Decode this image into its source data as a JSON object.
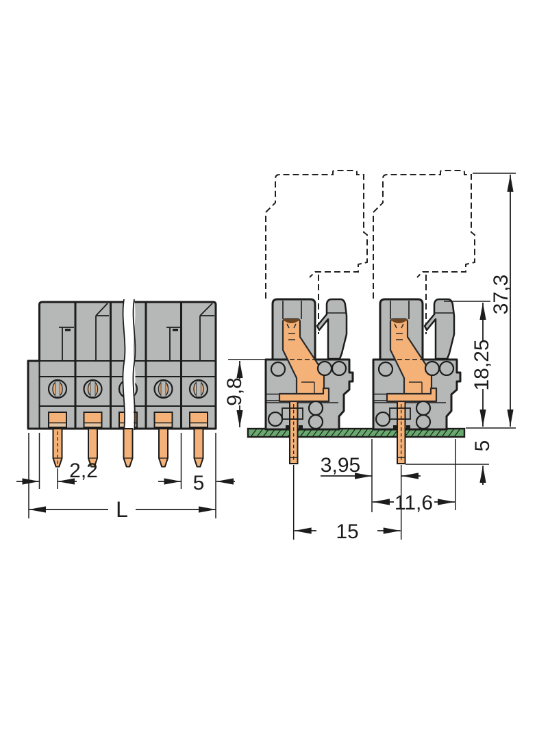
{
  "drawing": {
    "kind": "connector-dimension-drawing",
    "views": {
      "front_view": "multi-pole female header, front elevation with break line",
      "side_view": "two side sections on PCB with dashed mating plug outline"
    }
  },
  "dimensions": {
    "edge_to_first_pin": "2,2",
    "pole_pitch": "5",
    "overall_length": "L",
    "board_to_mating_face": "9,8",
    "housing_height": "18,25",
    "total_height_with_plug": "37,3",
    "pin_length_below_board": "5",
    "edge_to_pin_side": "3,95",
    "housing_depth": "11,6",
    "section_spacing": "15"
  },
  "colors": {
    "housing_gray": "#b5b8b7",
    "outline_black": "#1c1c1c",
    "contact_orange": "#f4b278",
    "contact_orange_dark": "#6e4520",
    "pad_strip": "#e2c5a5",
    "pcb_green": "#68a96e",
    "background": "#ffffff"
  }
}
